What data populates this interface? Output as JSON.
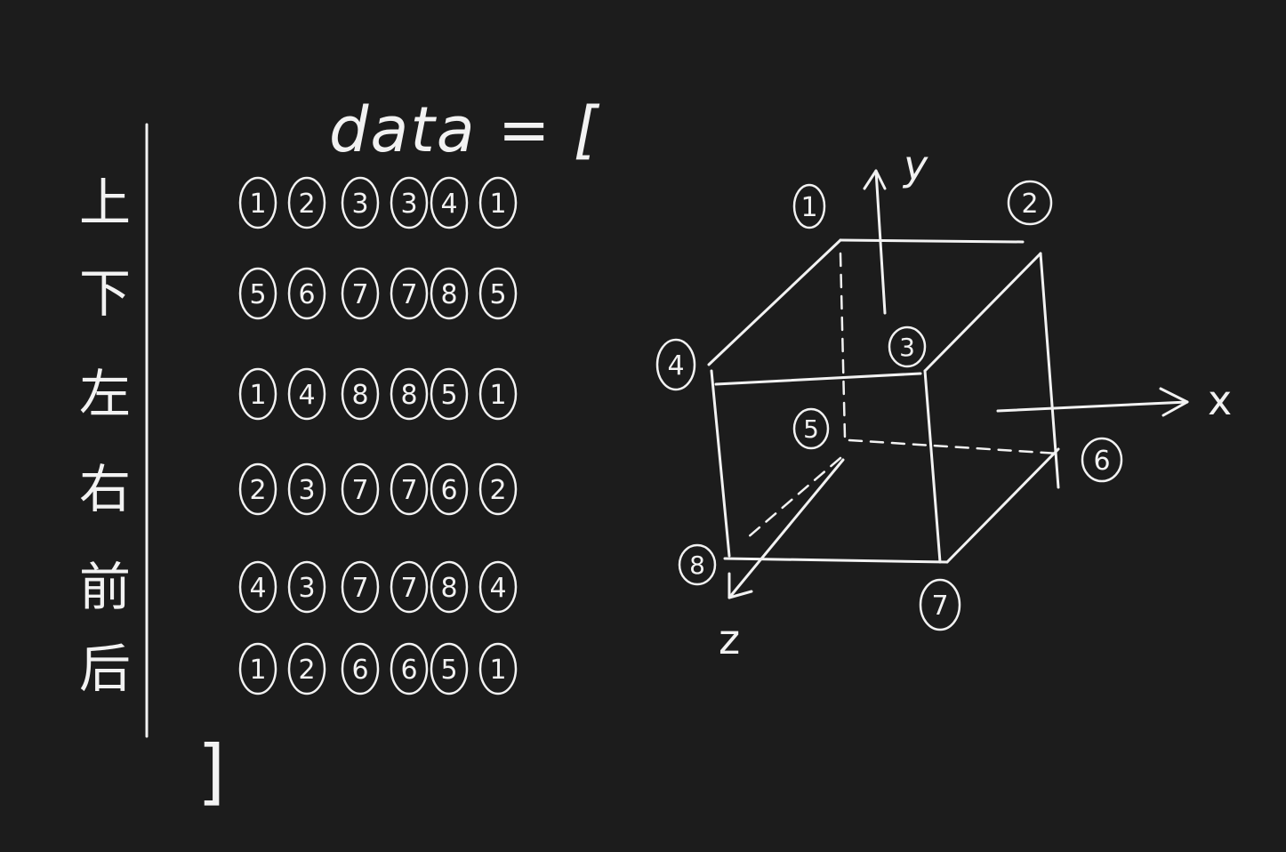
{
  "ink_color": "#f2f2f2",
  "background_color": "#1c1c1c",
  "left_panel": {
    "opening": "data = [",
    "closing": "]",
    "faces": [
      {
        "label": "上",
        "sequence": [
          "1",
          "2",
          "3",
          "3",
          "4",
          "1"
        ]
      },
      {
        "label": "下",
        "sequence": [
          "5",
          "6",
          "7",
          "7",
          "8",
          "5"
        ]
      },
      {
        "label": "左",
        "sequence": [
          "1",
          "4",
          "8",
          "8",
          "5",
          "1"
        ]
      },
      {
        "label": "右",
        "sequence": [
          "2",
          "3",
          "7",
          "7",
          "6",
          "2"
        ]
      },
      {
        "label": "前",
        "sequence": [
          "4",
          "3",
          "7",
          "7",
          "8",
          "4"
        ]
      },
      {
        "label": "后",
        "sequence": [
          "1",
          "2",
          "6",
          "6",
          "5",
          "1"
        ]
      }
    ]
  },
  "cube": {
    "axes": {
      "x": "x",
      "y": "y",
      "z": "z"
    },
    "vertices": [
      "1",
      "2",
      "3",
      "4",
      "5",
      "6",
      "7",
      "8"
    ]
  }
}
